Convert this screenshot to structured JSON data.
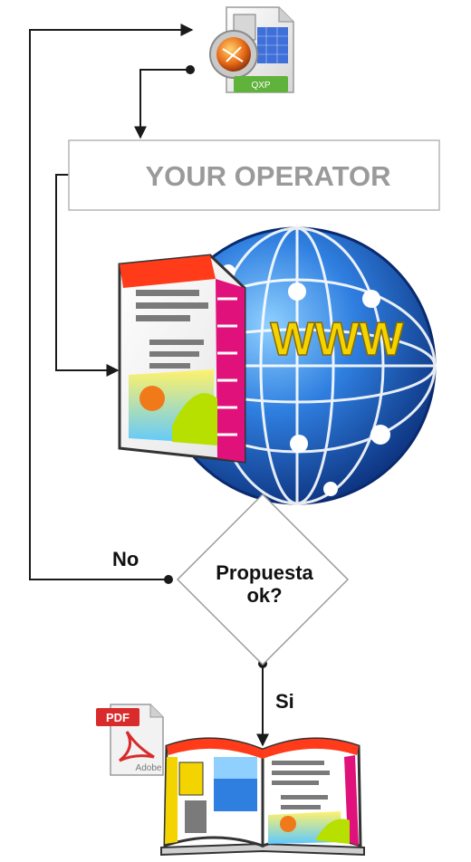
{
  "qxp_file": {
    "badge": "QXP",
    "icon": "quarkxpress-file-icon"
  },
  "operator_box": {
    "label": "YOUR OPERATOR"
  },
  "web_proof": {
    "globe_text": "WWW",
    "icon": "globe-document-icon"
  },
  "decision": {
    "line1": "Propuesta",
    "line2": "ok?",
    "no_label": "No",
    "yes_label": "Si"
  },
  "pdf_file": {
    "badge": "PDF",
    "brand": "Adobe",
    "icon": "pdf-file-icon"
  },
  "printed_book": {
    "icon": "open-brochure-icon"
  },
  "colors": {
    "line": "#1a1a1a",
    "operator_text": "#9a9a9a",
    "operator_border": "#b5b5b5",
    "diamond_border": "#9a9a9a",
    "globe_dark": "#0b2f7a",
    "globe_light": "#2f7fe0",
    "www_yellow": "#f3d400",
    "qxp_green": "#5fb33a",
    "pdf_red": "#d92b2b",
    "magenta": "#e0117a",
    "orange": "#f07a1a"
  }
}
